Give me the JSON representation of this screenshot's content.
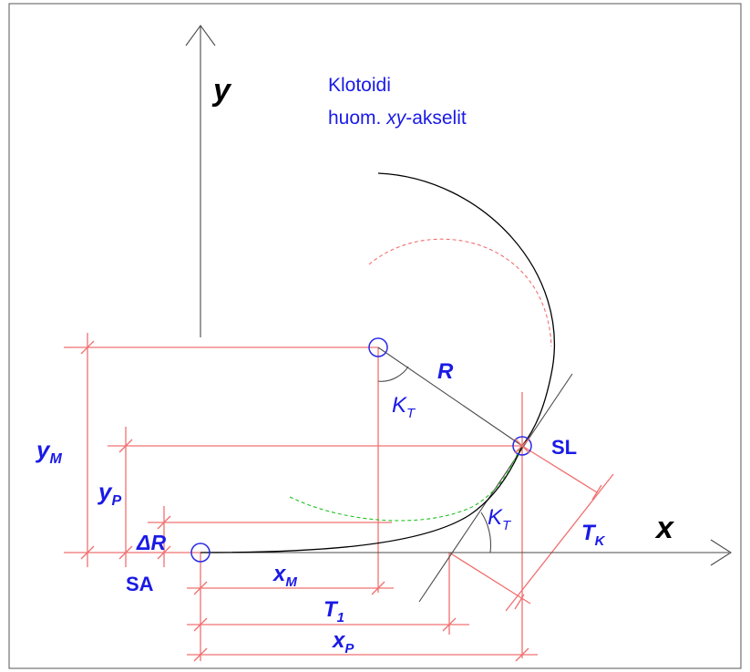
{
  "title": {
    "line1": "Klotoidi",
    "line2_prefix": "huom. ",
    "line2_axes": "xy",
    "line2_suffix": "-akselit"
  },
  "axes": {
    "x": "x",
    "y": "y"
  },
  "labels": {
    "R": "R",
    "K": "K",
    "T_sub": "T",
    "SL": "SL",
    "SA": "SA",
    "y": "y",
    "x": "x",
    "T": "T",
    "M_sub": "M",
    "P_sub": "P",
    "one_sub": "1",
    "K_sub": "K",
    "deltaR": "ΔR"
  },
  "colors": {
    "label_blue": "#1a1ae6",
    "dimension_red": "#f07070",
    "curve_black": "#000000",
    "clothoid_green": "#22c022",
    "arc_red_dashed": "#f07070",
    "axis_gray": "#4a4a4a"
  }
}
